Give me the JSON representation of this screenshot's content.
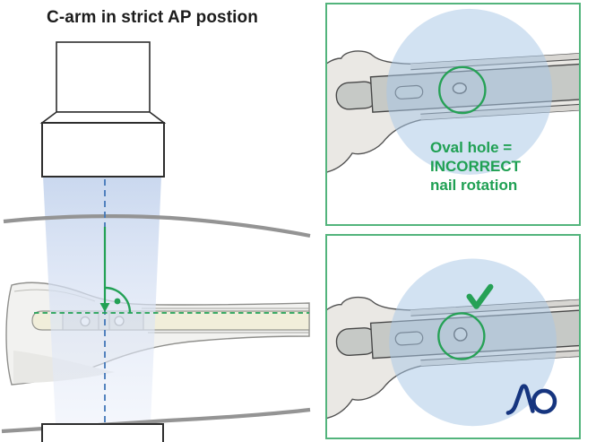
{
  "title": "C-arm in strict AP postion",
  "right_panels": {
    "incorrect": {
      "caption": "Oval hole =\nINCORRECT\nnail rotation",
      "hole_shape": "oval"
    },
    "correct": {
      "check_icon": "✓",
      "logo_text": "AO",
      "hole_shape": "round"
    }
  },
  "colors": {
    "annotation_green": "#22a155",
    "caption_green": "#1fa053",
    "panel_border_green": "#53b47c",
    "beam_axis_blue": "#4377b8",
    "xray_beam_blue": "#cfdcf1",
    "xray_field_blue": "#a9c7e7",
    "ao_logo_blue": "#16357f",
    "bone_fill": "#eae8e4",
    "nail_fill_left": "#f1eeda",
    "nail_fill_xray": "#c6c9c6",
    "skin_line_gray": "#949494"
  }
}
